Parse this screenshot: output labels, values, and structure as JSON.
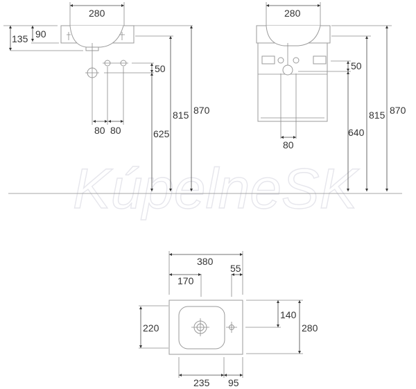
{
  "watermark": "KúpelneSK",
  "side_view": {
    "width": "280",
    "height_135": "135",
    "height_90": "90",
    "spacing_a": "80",
    "spacing_b": "80",
    "offset_50": "50",
    "height_625": "625",
    "height_815": "815",
    "height_870": "870"
  },
  "front_view": {
    "width": "280",
    "offset_50": "50",
    "spacing": "80",
    "height_640": "640",
    "height_815": "815",
    "height_870": "870"
  },
  "top_view": {
    "width_380": "380",
    "dist_170": "170",
    "dist_55": "55",
    "depth_220": "220",
    "dist_140": "140",
    "depth_280": "280",
    "dist_235": "235",
    "dist_95": "95"
  }
}
